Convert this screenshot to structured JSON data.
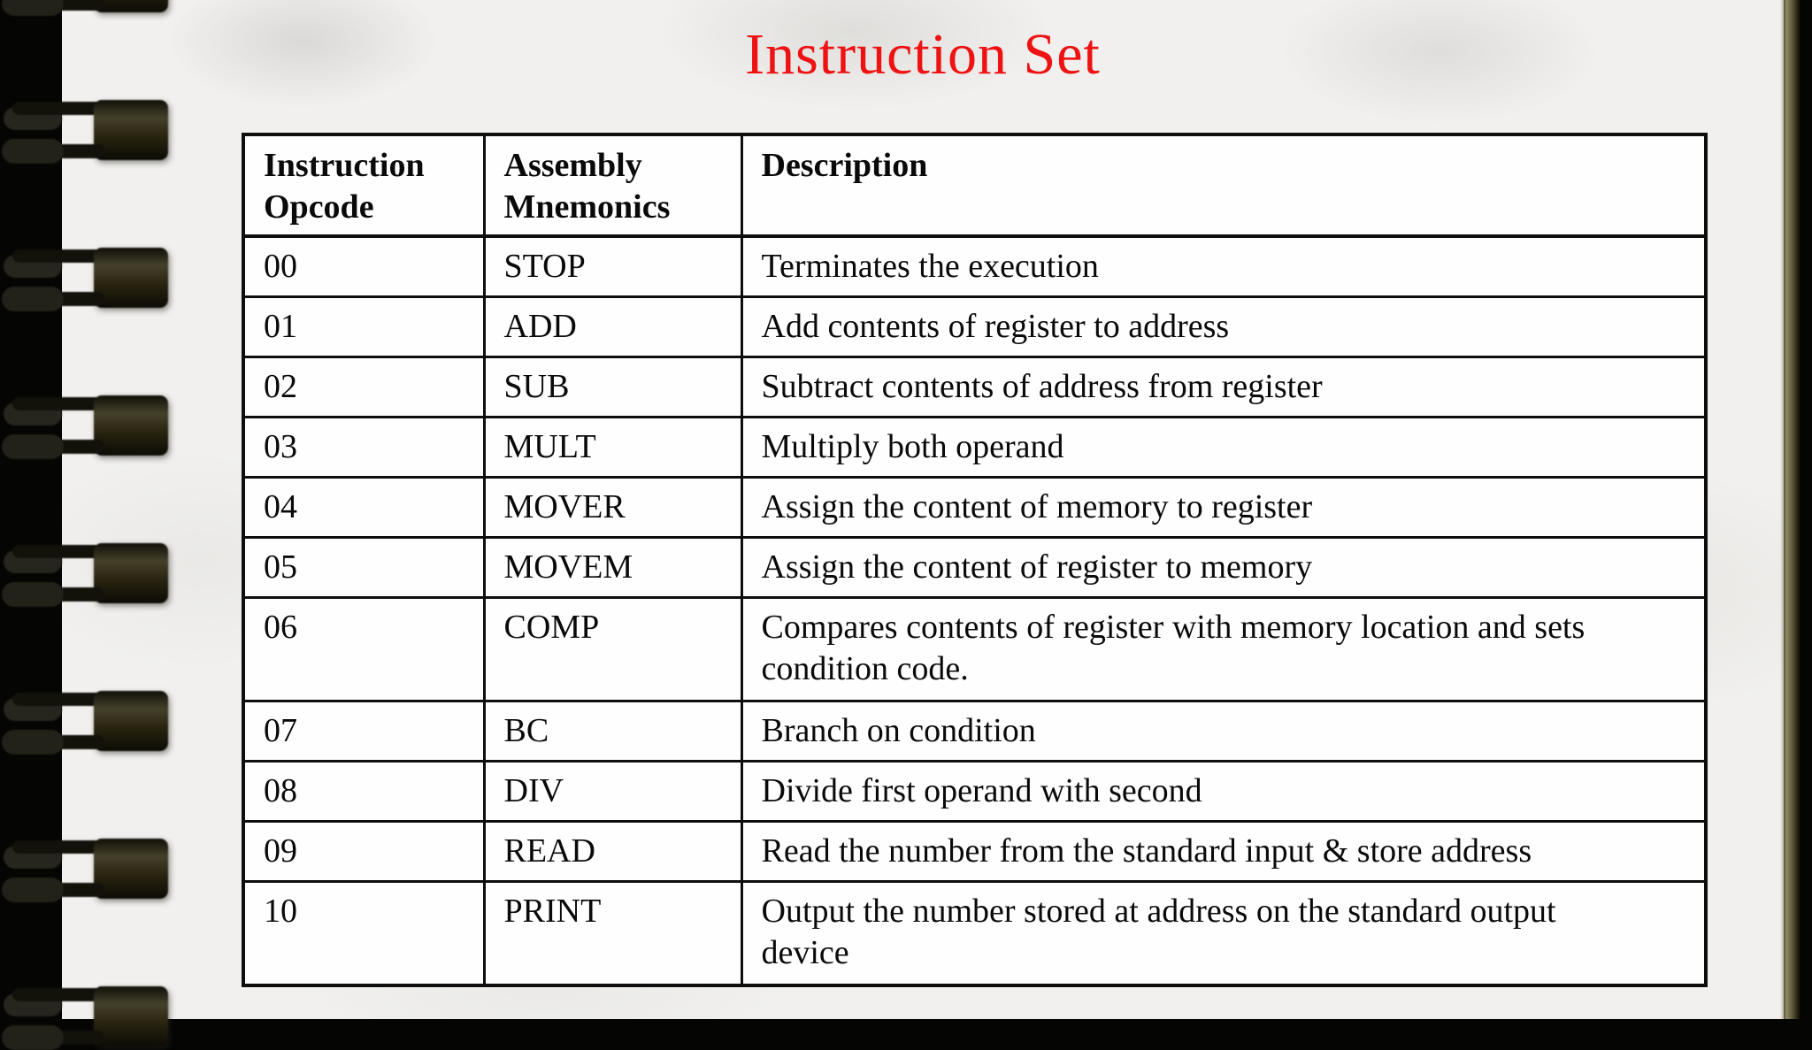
{
  "slide": {
    "title": "Instruction Set",
    "title_color": "#ee1212",
    "page_color": "#f1f0ee",
    "binding_color": "#0b0b08",
    "table_border_color": "#0e0e0e"
  },
  "table": {
    "columns": [
      "Instruction Opcode",
      "Assembly Mnemonics",
      "Description"
    ],
    "rows": [
      {
        "opcode": "00",
        "mnemonic": "STOP",
        "description": "Terminates the execution"
      },
      {
        "opcode": "01",
        "mnemonic": "ADD",
        "description": "Add contents of register to address"
      },
      {
        "opcode": "02",
        "mnemonic": "SUB",
        "description": "Subtract contents of address from register"
      },
      {
        "opcode": "03",
        "mnemonic": "MULT",
        "description": "Multiply both operand"
      },
      {
        "opcode": "04",
        "mnemonic": "MOVER",
        "description": "Assign the content of memory to register"
      },
      {
        "opcode": "05",
        "mnemonic": "MOVEM",
        "description": "Assign the content of register to memory"
      },
      {
        "opcode": "06",
        "mnemonic": "COMP",
        "description": "Compares contents of register with memory location and sets condition code."
      },
      {
        "opcode": "07",
        "mnemonic": "BC",
        "description": "Branch on condition"
      },
      {
        "opcode": "08",
        "mnemonic": "DIV",
        "description": "Divide first operand with second"
      },
      {
        "opcode": "09",
        "mnemonic": "READ",
        "description": "Read the number from the standard input & store address"
      },
      {
        "opcode": "10",
        "mnemonic": "PRINT",
        "description": "Output the number stored at address on the standard output device"
      }
    ]
  }
}
